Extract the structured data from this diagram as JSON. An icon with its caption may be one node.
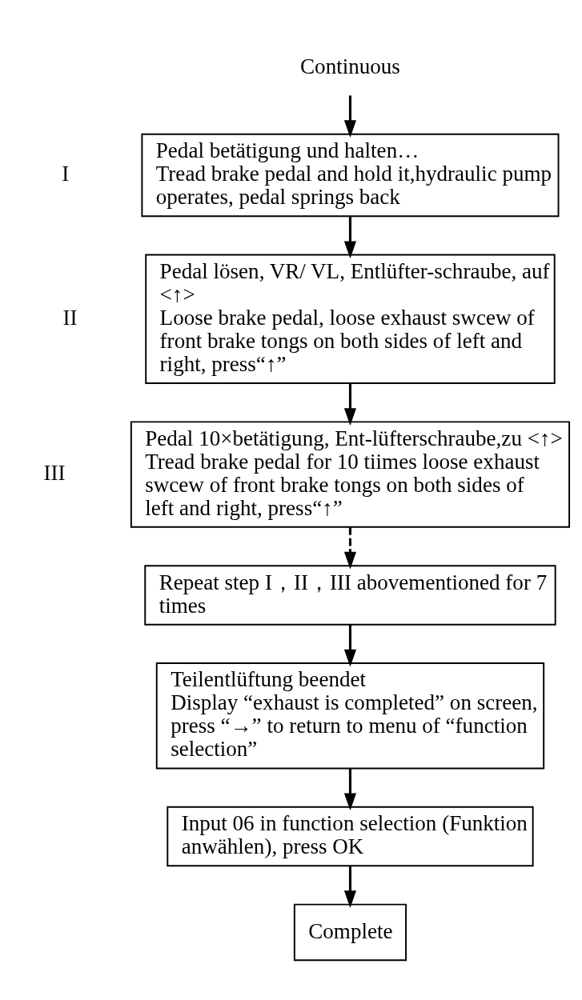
{
  "diagram": {
    "nodes": [
      {
        "text": [
          "Continuous"
        ]
      },
      {
        "text": [
          "Pedal betätigung und halten…",
          "Tread brake pedal and hold it,hydraulic pump operates, pedal springs back"
        ],
        "beside": [
          "I"
        ]
      },
      {
        "text": [
          "Pedal lösen, VR/ VL, Entlüfter-schraube, auf <↑>",
          "Loose brake pedal, loose exhaust swcew of front brake tongs on both sides of left and right, press“↑”"
        ],
        "beside": [
          "II"
        ]
      },
      {
        "text": [
          "Pedal 10×betätigung, Ent-lüfterschraube,zu <↑>",
          "Tread brake pedal for 10 tiimes loose exhaust swcew of front brake tongs on both sides of left and right, press“↑”"
        ],
        "beside": [
          "III"
        ]
      },
      {
        "text": [
          "Repeat step I，II，III abovementioned for 7 times"
        ]
      },
      {
        "text": [
          "Teilentlüftung beendet",
          "Display “exhaust is completed” on screen, press “→” to return to menu of “function selection”"
        ]
      },
      {
        "text": [
          "Input 06 in function selection (Funktion anwählen), press OK"
        ]
      },
      {
        "text": [
          "Complete"
        ]
      }
    ],
    "edges": [
      {
        "from": 0,
        "to": 1,
        "arrow": "to"
      },
      {
        "from": 1,
        "to": 2,
        "arrow": "to"
      },
      {
        "from": 2,
        "to": 3,
        "arrow": "to"
      },
      {
        "from": 3,
        "to": 4,
        "arrow": "to",
        "style": "dashed"
      },
      {
        "from": 4,
        "to": 5,
        "arrow": "to"
      },
      {
        "from": 5,
        "to": 6,
        "arrow": "to"
      },
      {
        "from": 6,
        "to": 7,
        "arrow": "to"
      }
    ]
  }
}
